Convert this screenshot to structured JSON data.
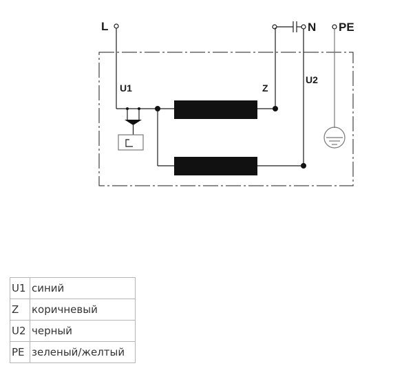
{
  "terminals": {
    "l": "L",
    "n": "N",
    "pe": "PE"
  },
  "wires": {
    "u1": "U1",
    "z": "Z",
    "u2": "U2"
  },
  "legend": {
    "rows": [
      {
        "code": "U1",
        "desc": "синий"
      },
      {
        "code": "Z",
        "desc": "коричневый"
      },
      {
        "code": "U2",
        "desc": "черный"
      },
      {
        "code": "PE",
        "desc": "зеленый/желтый"
      }
    ]
  }
}
